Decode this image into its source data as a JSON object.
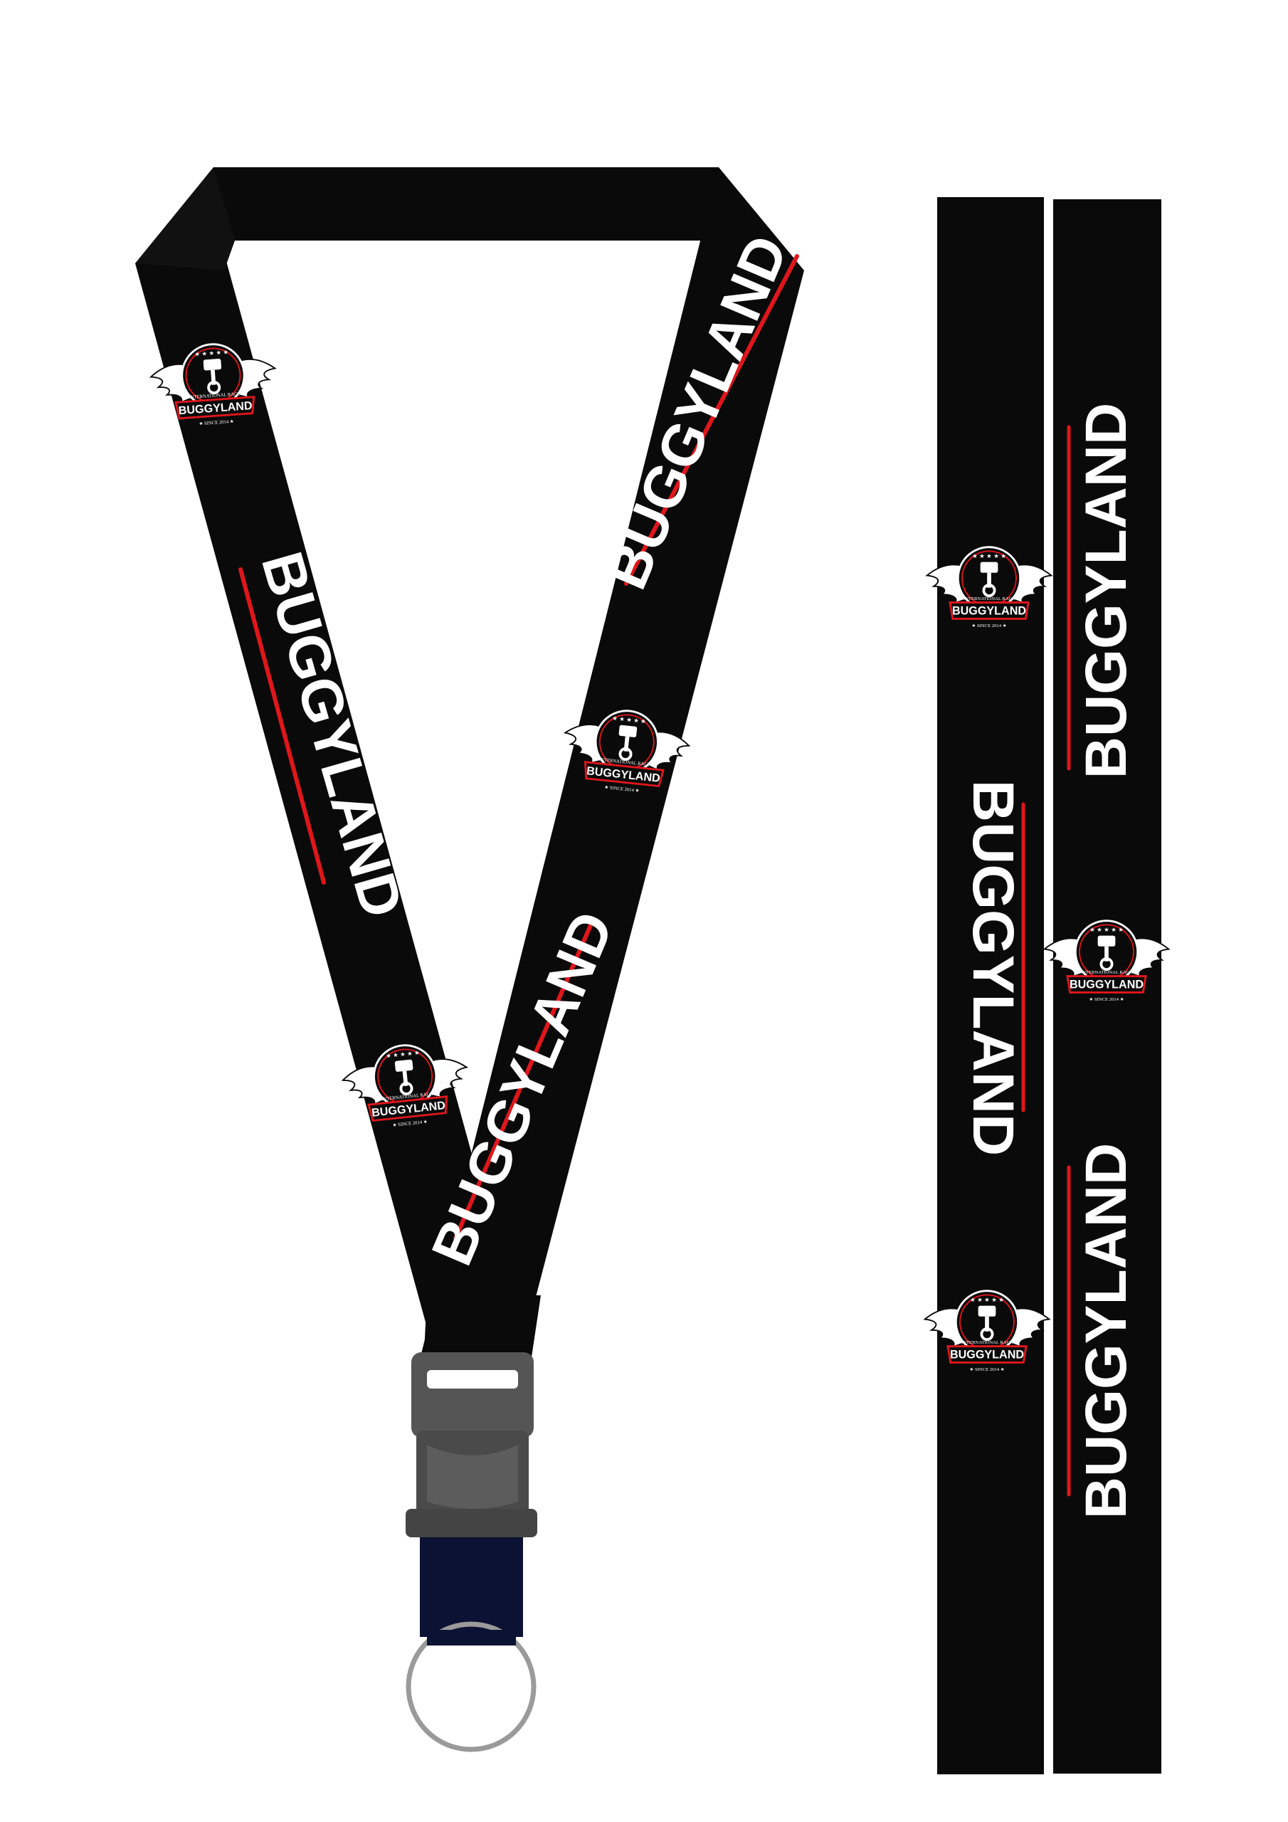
{
  "brand": {
    "wordmark": "BUGGYLAND",
    "badge_top": "INTERNATIONAL RACE",
    "badge_name": "BUGGYLAND",
    "badge_bottom": "★ SINCE 2014 ★"
  },
  "colors": {
    "strap": "#0a0a0a",
    "accent": "#e0161c",
    "text": "#ffffff",
    "buckle": "#555555",
    "tab": "#0c1233",
    "ring": "#9a9a9a"
  }
}
